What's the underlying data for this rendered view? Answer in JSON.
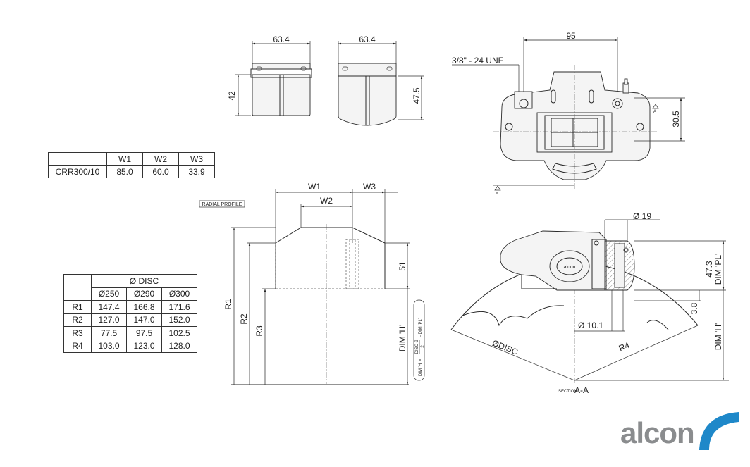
{
  "pad_dims": {
    "pad1_width": "63.4",
    "pad1_height": "42",
    "pad2_width": "63.4",
    "pad2_height": "47.5"
  },
  "caliper_dims": {
    "thread": "3/8\" - 24 UNF",
    "width": "95",
    "height": "30.5",
    "datum_a": "A"
  },
  "pad_table": {
    "headers": [
      "",
      "W1",
      "W2",
      "W3"
    ],
    "rows": [
      [
        "CRR300/10",
        "85.0",
        "60.0",
        "33.9"
      ]
    ]
  },
  "disc_table": {
    "group_header": "Ø DISC",
    "headers": [
      "",
      "Ø250",
      "Ø290",
      "Ø300"
    ],
    "rows": [
      [
        "R1",
        "147.4",
        "166.8",
        "171.6"
      ],
      [
        "R2",
        "127.0",
        "147.0",
        "152.0"
      ],
      [
        "R3",
        "77.5",
        "97.5",
        "102.5"
      ],
      [
        "R4",
        "103.0",
        "123.0",
        "128.0"
      ]
    ]
  },
  "radial_profile": {
    "label": "RADIAL PROFILE",
    "w1": "W1",
    "w2": "W2",
    "w3": "W3",
    "h51": "51",
    "r1": "R1",
    "r2": "R2",
    "r3": "R3",
    "dim_h": "DIM 'H'",
    "formula_lhs": "DIM 'H' =",
    "formula_num": "DISC Ø",
    "formula_den": "2",
    "formula_rhs": "- DIM 'PL'"
  },
  "section": {
    "dia19": "Ø 19",
    "dia101": "Ø 10.1",
    "pl_dim": "47.3",
    "pl_label": "DIM 'PL'",
    "dim38": "3.8",
    "dim_h": "DIM 'H'",
    "disc_label": "ØDISC",
    "r4": "R4",
    "section_word": "SECTION",
    "section_id": "A-A",
    "body_logo": "alcon"
  },
  "logo": {
    "text": "alcon",
    "colors": {
      "text": "#8a8c8e",
      "swoosh": "#1e88c9"
    }
  }
}
